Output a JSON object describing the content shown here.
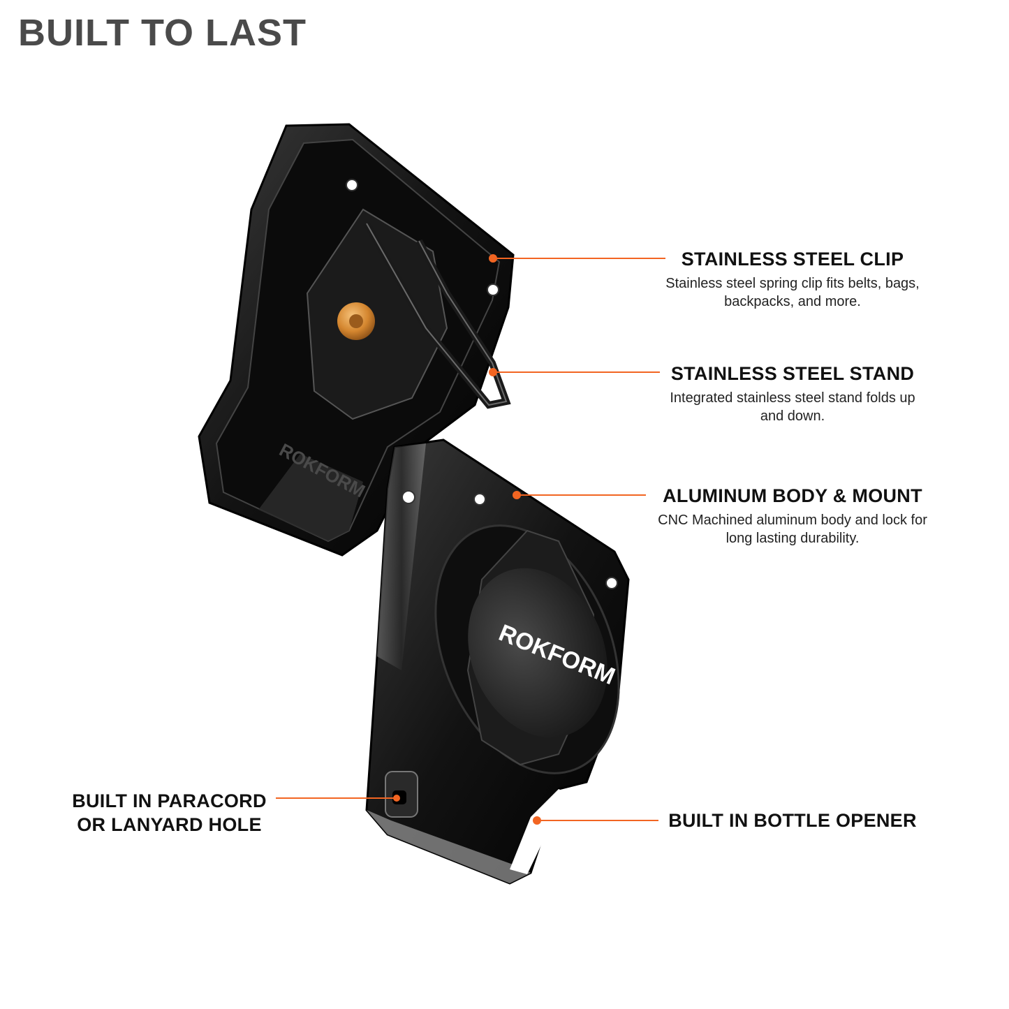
{
  "page": {
    "title": "BUILT TO LAST"
  },
  "colors": {
    "accent": "#f26522",
    "title": "#4a4a4a",
    "product": "#111111",
    "screw": "#d4862f"
  },
  "product": {
    "brand_mark_clip": "ROKFORM",
    "brand_mark_mount": "ROKFORM"
  },
  "callouts": {
    "clip": {
      "heading": "STAINLESS STEEL CLIP",
      "text": "Stainless steel spring clip fits belts, bags, backpacks, and more."
    },
    "stand": {
      "heading": "STAINLESS STEEL STAND",
      "text": "Integrated stainless steel stand folds up and down."
    },
    "body": {
      "heading": "ALUMINUM BODY & MOUNT",
      "text": "CNC Machined aluminum body and lock for long lasting durability."
    },
    "opener": {
      "heading": "BUILT IN BOTTLE OPENER"
    },
    "hole": {
      "heading_line1": "BUILT IN PARACORD",
      "heading_line2": "OR LANYARD HOLE"
    }
  }
}
